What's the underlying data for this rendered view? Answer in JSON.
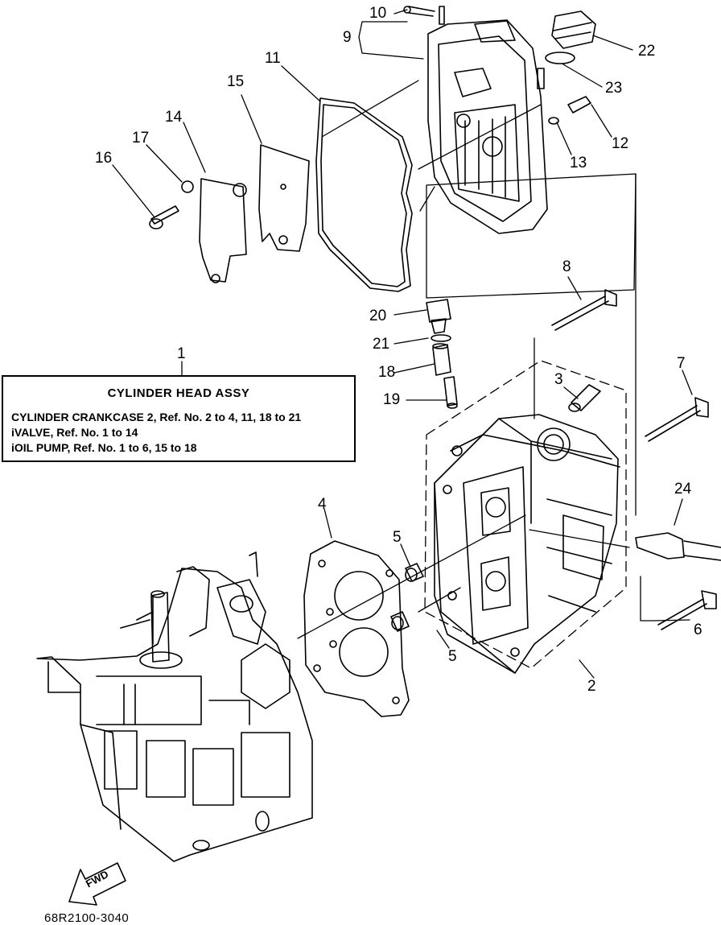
{
  "diagram": {
    "callouts": [
      {
        "id": "n10",
        "label": "10"
      },
      {
        "id": "n9",
        "label": "9"
      },
      {
        "id": "n11",
        "label": "11"
      },
      {
        "id": "n15",
        "label": "15"
      },
      {
        "id": "n14",
        "label": "14"
      },
      {
        "id": "n17",
        "label": "17"
      },
      {
        "id": "n16",
        "label": "16"
      },
      {
        "id": "n22",
        "label": "22"
      },
      {
        "id": "n23",
        "label": "23"
      },
      {
        "id": "n12",
        "label": "12"
      },
      {
        "id": "n13",
        "label": "13"
      },
      {
        "id": "n8",
        "label": "8"
      },
      {
        "id": "n20",
        "label": "20"
      },
      {
        "id": "n21",
        "label": "21"
      },
      {
        "id": "n18",
        "label": "18"
      },
      {
        "id": "n19",
        "label": "19"
      },
      {
        "id": "n3",
        "label": "3"
      },
      {
        "id": "n7",
        "label": "7"
      },
      {
        "id": "n1",
        "label": "1"
      },
      {
        "id": "n24",
        "label": "24"
      },
      {
        "id": "n4",
        "label": "4"
      },
      {
        "id": "n5a",
        "label": "5"
      },
      {
        "id": "n5b",
        "label": "5"
      },
      {
        "id": "n6",
        "label": "6"
      },
      {
        "id": "n2",
        "label": "2"
      }
    ],
    "legend": {
      "title": "CYLINDER HEAD ASSY",
      "lines": [
        "CYLINDER CRANKCASE 2, Ref. No. 2 to 4, 11, 18 to 21",
        "iVALVE,  Ref. No. 1 to 14",
        "iOIL PUMP,  Ref. No. 1 to 6, 15 to 18"
      ]
    },
    "fwd_label": "FWD",
    "part_code": "68R2100-3040"
  }
}
